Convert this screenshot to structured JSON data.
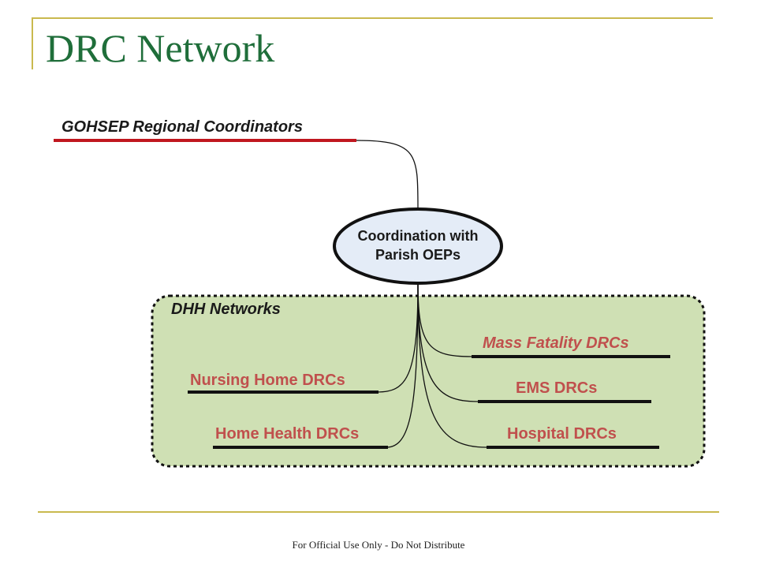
{
  "slide": {
    "title": "DRC Network",
    "footer": "For Official Use Only - Do Not Distribute"
  },
  "diagram": {
    "regional_label": "GOHSEP Regional Coordinators",
    "hub_lines": [
      "Coordination with",
      "Parish OEPs"
    ],
    "group_label": "DHH Networks",
    "branches": {
      "mass_fatality": "Mass Fatality DRCs",
      "nursing_home": "Nursing Home DRCs",
      "ems": "EMS DRCs",
      "home_health": "Home Health DRCs",
      "hospital": "Hospital DRCs"
    }
  },
  "colors": {
    "title": "#1f6e3a",
    "accent_gold": "#c9b94e",
    "regional_underline": "#c0171f",
    "branch_text": "#c0504d",
    "group_fill": "#cfe0b4",
    "hub_fill": "#e4ecf7"
  }
}
